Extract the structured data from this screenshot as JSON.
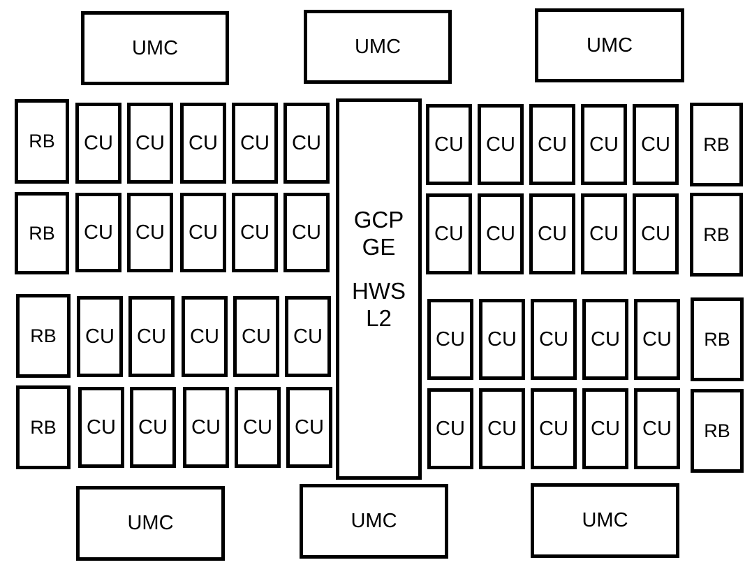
{
  "diagram": {
    "top_memory_controllers": [
      "UMC",
      "UMC",
      "UMC"
    ],
    "bottom_memory_controllers": [
      "UMC",
      "UMC",
      "UMC"
    ],
    "center_block": {
      "lines": [
        "GCP",
        "GE",
        "HWS",
        "L2"
      ]
    },
    "left_half": {
      "rows": [
        {
          "rb": "RB",
          "cus": [
            "CU",
            "CU",
            "CU",
            "CU",
            "CU"
          ]
        },
        {
          "rb": "RB",
          "cus": [
            "CU",
            "CU",
            "CU",
            "CU",
            "CU"
          ]
        },
        {
          "rb": "RB",
          "cus": [
            "CU",
            "CU",
            "CU",
            "CU",
            "CU"
          ]
        },
        {
          "rb": "RB",
          "cus": [
            "CU",
            "CU",
            "CU",
            "CU",
            "CU"
          ]
        }
      ]
    },
    "right_half": {
      "rows": [
        {
          "rb": "RB",
          "cus": [
            "CU",
            "CU",
            "CU",
            "CU",
            "CU"
          ]
        },
        {
          "rb": "RB",
          "cus": [
            "CU",
            "CU",
            "CU",
            "CU",
            "CU"
          ]
        },
        {
          "rb": "RB",
          "cus": [
            "CU",
            "CU",
            "CU",
            "CU",
            "CU"
          ]
        },
        {
          "rb": "RB",
          "cus": [
            "CU",
            "CU",
            "CU",
            "CU",
            "CU"
          ]
        }
      ]
    }
  }
}
